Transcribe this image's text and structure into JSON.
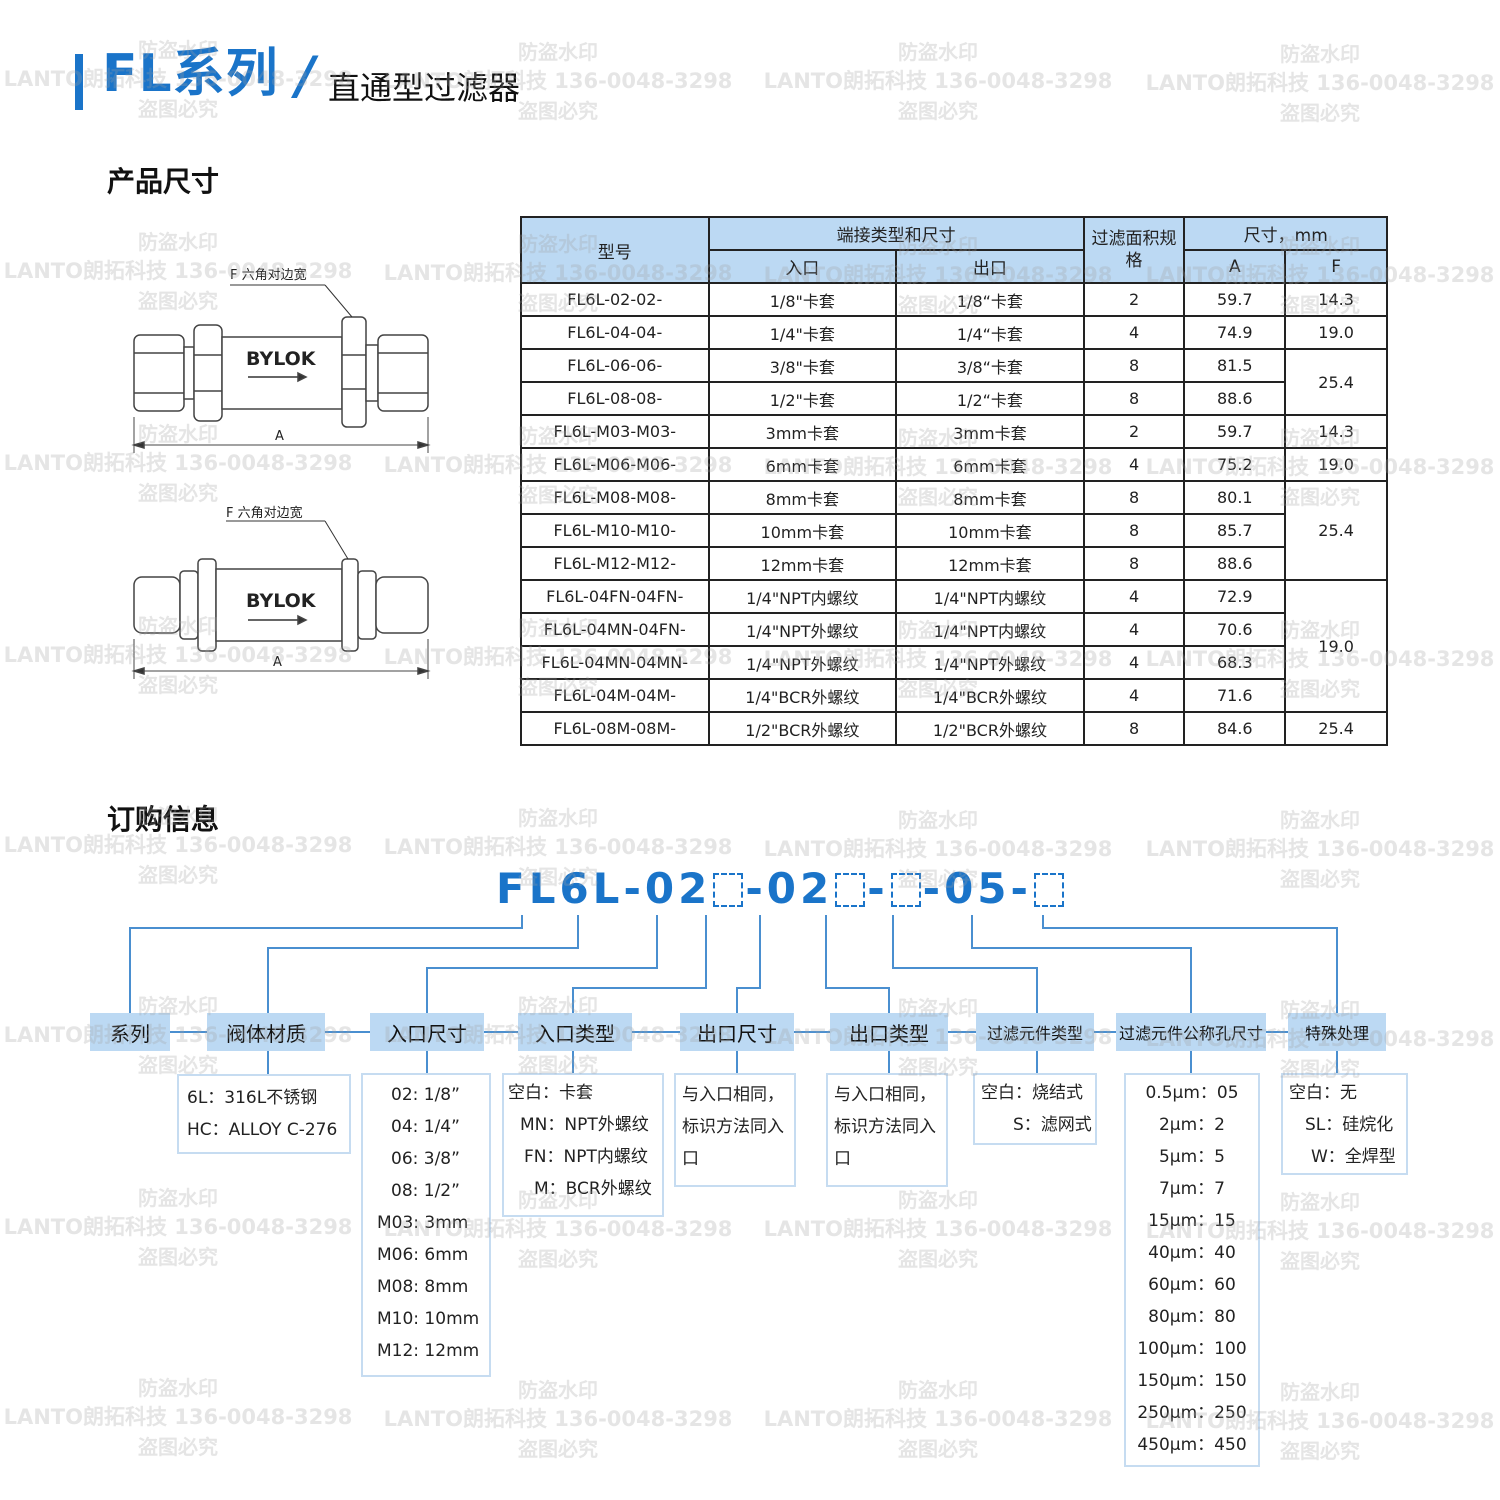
{
  "header": {
    "title": "FL系列",
    "slash": "/",
    "subtitle": "直通型过滤器"
  },
  "sections": {
    "dimensions": "产品尺寸",
    "ordering": "订购信息"
  },
  "drawing": {
    "hex_label": "F 六角对边宽",
    "brand": "BYLOK",
    "dim_label": "A"
  },
  "table": {
    "header": {
      "model": "型号",
      "ends": "端接类型和尺寸",
      "inlet": "入口",
      "outlet": "出口",
      "filter": "过滤面积规格",
      "dims": "尺寸，mm",
      "a": "A",
      "f": "F"
    },
    "rows": [
      {
        "model": "FL6L-02-02-",
        "inlet": "1/8\"卡套",
        "outlet": "1/8“卡套",
        "filter": "2",
        "a": "59.7"
      },
      {
        "model": "FL6L-04-04-",
        "inlet": "1/4\"卡套",
        "outlet": "1/4“卡套",
        "filter": "4",
        "a": "74.9"
      },
      {
        "model": "FL6L-06-06-",
        "inlet": "3/8\"卡套",
        "outlet": "3/8“卡套",
        "filter": "8",
        "a": "81.5"
      },
      {
        "model": "FL6L-08-08-",
        "inlet": "1/2\"卡套",
        "outlet": "1/2“卡套",
        "filter": "8",
        "a": "88.6"
      },
      {
        "model": "FL6L-M03-M03-",
        "inlet": "3mm卡套",
        "outlet": "3mm卡套",
        "filter": "2",
        "a": "59.7"
      },
      {
        "model": "FL6L-M06-M06-",
        "inlet": "6mm卡套",
        "outlet": "6mm卡套",
        "filter": "4",
        "a": "75.2"
      },
      {
        "model": "FL6L-M08-M08-",
        "inlet": "8mm卡套",
        "outlet": "8mm卡套",
        "filter": "8",
        "a": "80.1"
      },
      {
        "model": "FL6L-M10-M10-",
        "inlet": "10mm卡套",
        "outlet": "10mm卡套",
        "filter": "8",
        "a": "85.7"
      },
      {
        "model": "FL6L-M12-M12-",
        "inlet": "12mm卡套",
        "outlet": "12mm卡套",
        "filter": "8",
        "a": "88.6"
      },
      {
        "model": "FL6L-04FN-04FN-",
        "inlet": "1/4\"NPT内螺纹",
        "outlet": "1/4\"NPT内螺纹",
        "filter": "4",
        "a": "72.9"
      },
      {
        "model": "FL6L-04MN-04FN-",
        "inlet": "1/4\"NPT外螺纹",
        "outlet": "1/4\"NPT内螺纹",
        "filter": "4",
        "a": "70.6"
      },
      {
        "model": "FL6L-04MN-04MN-",
        "inlet": "1/4\"NPT外螺纹",
        "outlet": "1/4\"NPT外螺纹",
        "filter": "4",
        "a": "68.3"
      },
      {
        "model": "FL6L-04M-04M-",
        "inlet": "1/4\"BCR外螺纹",
        "outlet": "1/4\"BCR外螺纹",
        "filter": "4",
        "a": "71.6"
      },
      {
        "model": "FL6L-08M-08M-",
        "inlet": "1/2\"BCR外螺纹",
        "outlet": "1/2\"BCR外螺纹",
        "filter": "8",
        "a": "84.6"
      }
    ],
    "f_values": [
      "14.3",
      "19.0",
      "25.4",
      "14.3",
      "19.0",
      "25.4",
      "19.0",
      "25.4"
    ]
  },
  "order": {
    "code": {
      "p1": "FL6L-02",
      "p2": "-02",
      "p3": "-",
      "p4": "-05-"
    },
    "labels": [
      "系列",
      "阀体材质",
      "入口尺寸",
      "入口类型",
      "出口尺寸",
      "出口类型",
      "过滤元件类型",
      "过滤元件公称孔尺寸",
      "特殊处理"
    ],
    "material": [
      "6L：316L不锈钢",
      "HC：ALLOY C-276"
    ],
    "inlet_size": [
      "02: 1/8”",
      "04: 1/4”",
      "06: 3/8”",
      "08: 1/2”",
      "M03: 3mm",
      "M06: 6mm",
      "M08: 8mm",
      "M10: 10mm",
      "M12: 12mm"
    ],
    "inlet_type": [
      "空白：卡套",
      "MN：NPT外螺纹",
      "FN：NPT内螺纹",
      "M：BCR外螺纹"
    ],
    "outlet_size": "与入口相同，标识方法同入口",
    "outlet_type": "与入口相同，标识方法同入口",
    "element_type": [
      "空白：烧结式",
      "S：滤网式"
    ],
    "pore_size": [
      "0.5μm：05",
      "2μm：2",
      "5μm：5",
      "7μm：7",
      "15μm：15",
      "40μm：40",
      "60μm：60",
      "80μm：80",
      "100μm：100",
      "150μm：150",
      "250μm：250",
      "450μm：450"
    ],
    "special": [
      "空白：无",
      "SL：硅烷化",
      "W：全焊型"
    ]
  },
  "watermark": {
    "line1": "防盗水印",
    "line2": "LANTO朗拓科技 136-0048-3298",
    "line3": "盗图必究"
  },
  "colors": {
    "brand_blue": "#1a74c9",
    "label_bg": "#bcd9f3",
    "line_blue": "#4a8fd0"
  }
}
